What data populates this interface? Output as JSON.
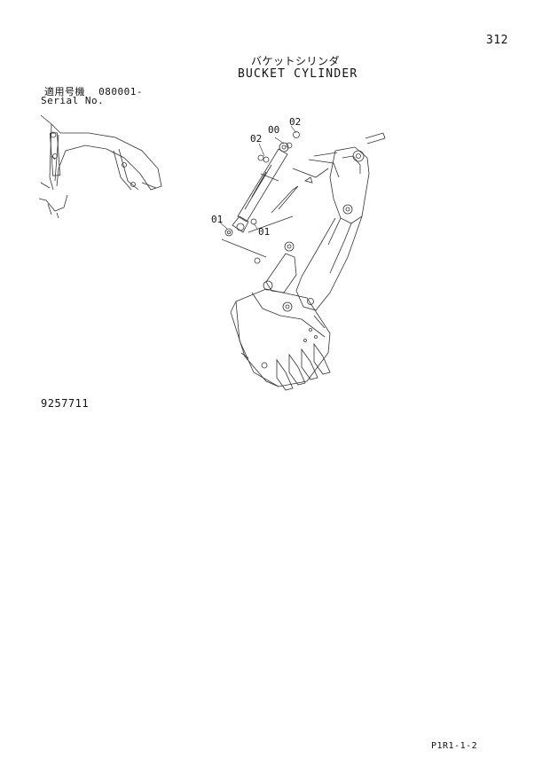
{
  "header": {
    "page_number": "312",
    "title_jp": "バケットシリンダ",
    "title_en": "BUCKET CYLINDER"
  },
  "applicability": {
    "serial_label_jp": "適用号機",
    "serial_value": "080001-",
    "serial_label_en": "Serial No."
  },
  "diagram": {
    "callouts": [
      "00",
      "01",
      "01",
      "02",
      "02"
    ]
  },
  "catalog_number": "9257711",
  "footer": {
    "code": "P1R1-1-2"
  }
}
